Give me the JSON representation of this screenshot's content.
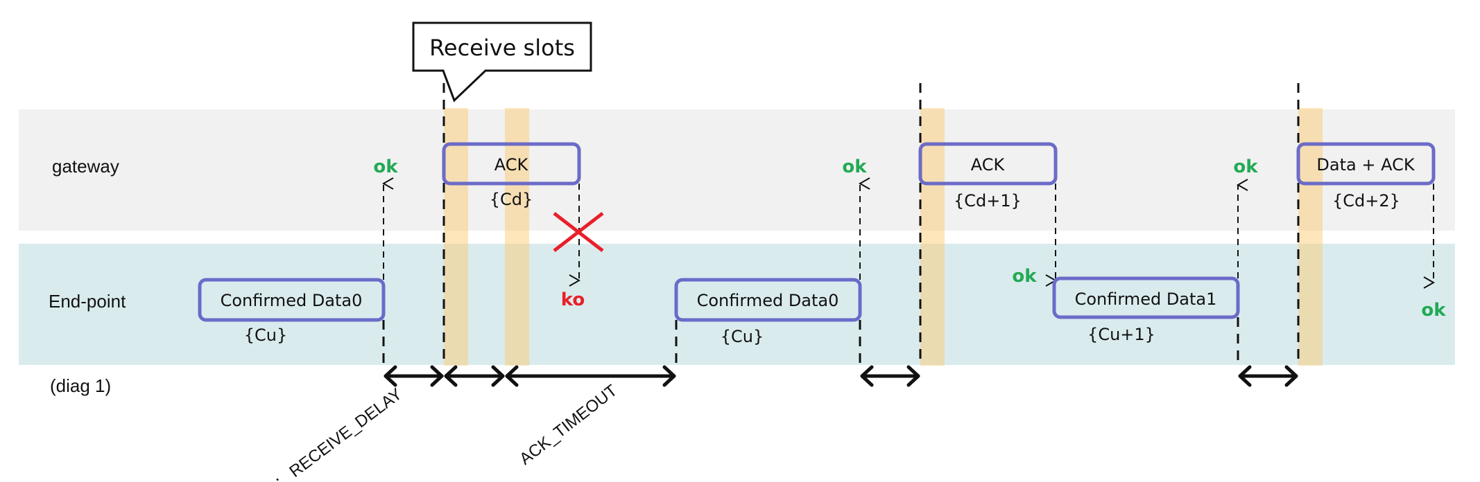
{
  "colors": {
    "gateway_band": "#f1f1f1",
    "endpoint_band": "#daebee",
    "receive_slot": "#fcc766",
    "message_box_border": "#6b6bc8",
    "ok": "#22aa55",
    "ko": "#e8202a",
    "line": "#111111"
  },
  "lanes": {
    "gateway": "gateway",
    "endpoint": "End-point"
  },
  "callout": "Receive slots",
  "caption": "(diag 1)",
  "messages": [
    {
      "lane": "endpoint",
      "label": "Confirmed Data0",
      "counter": "{Cu}"
    },
    {
      "lane": "gateway",
      "label": "ACK",
      "counter": "{Cd}"
    },
    {
      "lane": "endpoint",
      "label": "Confirmed Data0",
      "counter": "{Cu}"
    },
    {
      "lane": "gateway",
      "label": "ACK",
      "counter": "{Cd+1}"
    },
    {
      "lane": "endpoint",
      "label": "Confirmed Data1",
      "counter": "{Cu+1}"
    },
    {
      "lane": "gateway",
      "label": "Data + ACK",
      "counter": "{Cd+2}"
    }
  ],
  "statuses": [
    {
      "label": "ok",
      "kind": "ok",
      "lane": "gateway"
    },
    {
      "label": "ko",
      "kind": "ko",
      "lane": "endpoint"
    },
    {
      "label": "ok",
      "kind": "ok",
      "lane": "gateway"
    },
    {
      "label": "ok",
      "kind": "ok",
      "lane": "endpoint"
    },
    {
      "label": "ok",
      "kind": "ok",
      "lane": "gateway"
    },
    {
      "label": "ok",
      "kind": "ok",
      "lane": "endpoint"
    }
  ],
  "timing_labels": {
    "receive_delay": "RECEIVE_DELAY",
    "ack_timeout": "ACK_TIMEOUT"
  },
  "lost_message_marker": "cross-icon"
}
